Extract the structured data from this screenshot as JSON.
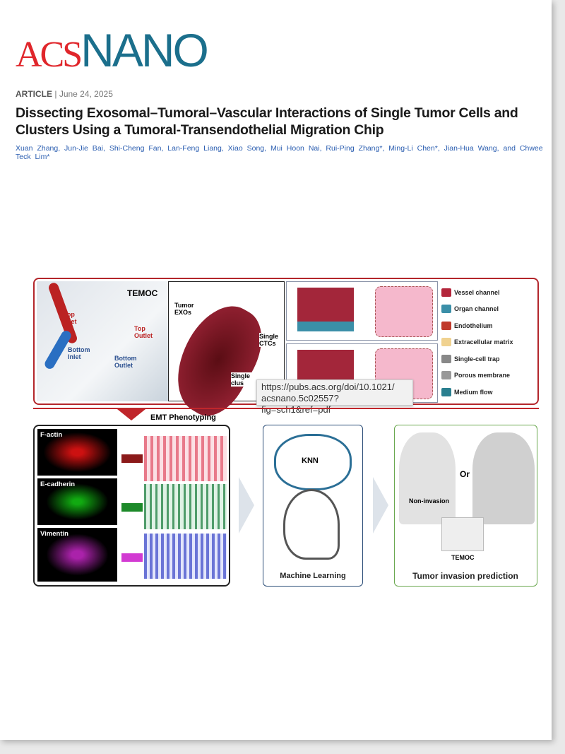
{
  "journal": {
    "logo_acs": "ACS",
    "logo_nano": "NANO"
  },
  "article": {
    "type": "ARTICLE",
    "separator": "|",
    "date": "June 24, 2025",
    "title": "Dissecting Exosomal–Tumoral–Vascular Interactions of Single Tumor Cells and Clusters Using a Tumoral-Transendothelial Migration Chip",
    "authors": "Xuan Zhang,  Jun-Jie Bai,  Shi-Cheng Fan,  Lan-Feng Liang,  Xiao Song,  Mui Hoon Nai,  Rui-Ping Zhang*,  Ming-Li Chen*,  Jian-Hua Wang,  and  Chwee Teck Lim*"
  },
  "figure": {
    "photo": {
      "temoc": "TEMOC",
      "top_inlet": "Top Inlet",
      "top_outlet": "Top Outlet",
      "bottom_inlet": "Bottom Inlet",
      "bottom_outlet": "Bottom Outlet"
    },
    "vessel": {
      "tumor_exos": "Tumor EXOs",
      "single_ctcs": "Single CTCs",
      "clusters": "Single clus"
    },
    "legend": [
      {
        "label": "Vessel channel",
        "color": "#b3263b"
      },
      {
        "label": "Organ channel",
        "color": "#3b8fa8"
      },
      {
        "label": "Endothelium",
        "color": "#c0392b"
      },
      {
        "label": "Extracellular matrix",
        "color": "#f0d290"
      },
      {
        "label": "Single-cell trap",
        "color": "#888888"
      },
      {
        "label": "Porous membrane",
        "color": "#999999"
      },
      {
        "label": "Medium flow",
        "color": "#2a7f8f"
      }
    ],
    "emt": "EMT Phenotyping",
    "stains": [
      {
        "label": "F-actin",
        "color": "#ff2a2a"
      },
      {
        "label": "E-cadherin",
        "color": "#2bd42b"
      },
      {
        "label": "Vimentin",
        "color": "#d13ad1"
      }
    ],
    "heatmap_colors": [
      "#e8798a",
      "#4f9c6a",
      "#6a74d6"
    ],
    "knn": "KNN",
    "ml": "Machine Learning",
    "non_invasion": "Non-invasion",
    "or": "Or",
    "temoc2": "TEMOC",
    "prediction": "Tumor invasion prediction"
  },
  "tooltip": {
    "url": "https://pubs.acs.org/doi/10.1021/ acsnano.5c02557?fig=sch1&ref=pdf"
  }
}
